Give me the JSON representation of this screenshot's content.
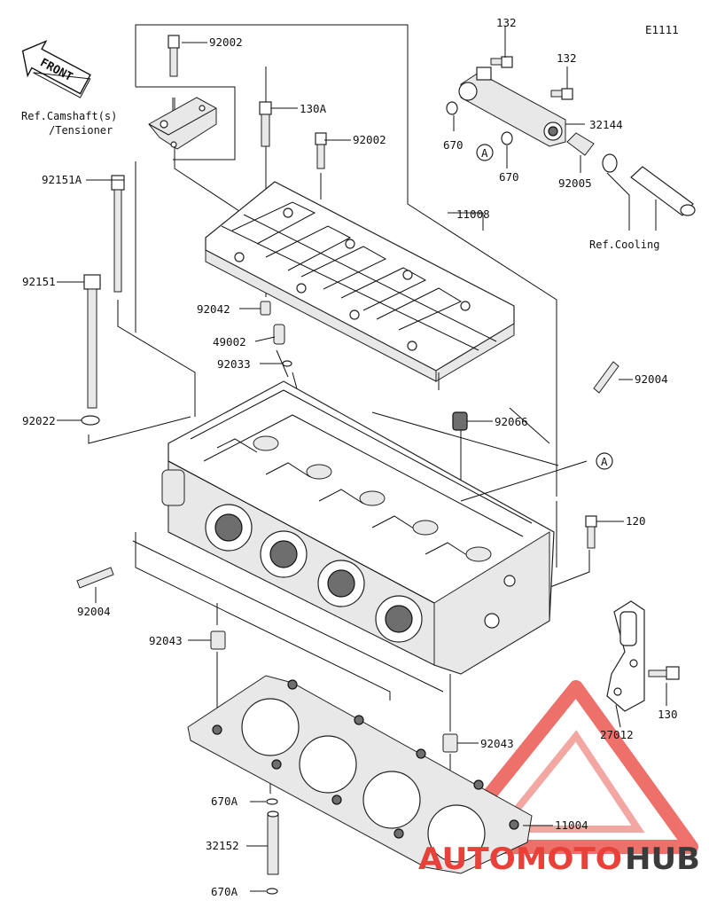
{
  "diagram_code": "E1111",
  "front_label": "FRONT",
  "refs": {
    "camshaft_line1": "Ref.Camshaft(s)",
    "camshaft_line2": "/Tensioner",
    "cooling": "Ref.Cooling"
  },
  "callout_letter": "A",
  "parts": [
    "92002",
    "92002",
    "130A",
    "132",
    "132",
    "32144",
    "670",
    "670",
    "92005",
    "11008",
    "92151A",
    "92151",
    "92042",
    "49002",
    "92033",
    "92004",
    "92066",
    "92022",
    "120",
    "92004",
    "92043",
    "130",
    "27012",
    "92043",
    "670A",
    "11004",
    "32152",
    "670A"
  ],
  "watermark": {
    "part1": "AUTOMOTO",
    "part2": "HUB",
    "color_red": "#e8413a",
    "color_dark": "#3b3b3b"
  }
}
